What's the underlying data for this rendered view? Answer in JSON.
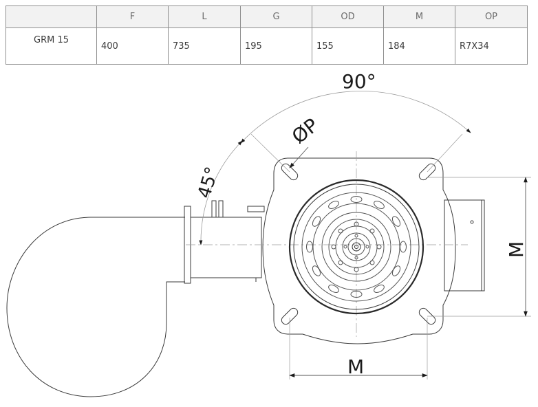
{
  "table": {
    "headers": [
      "",
      "F",
      "L",
      "G",
      "OD",
      "M",
      "OP"
    ],
    "rows": [
      [
        "GRM 15",
        "400",
        "735",
        "195",
        "155",
        "184",
        "R7X34"
      ]
    ]
  },
  "drawing": {
    "angle_top": "90°",
    "angle_side": "45°",
    "diameter_label": "ØP",
    "dim_bottom": "M",
    "dim_right": "M"
  }
}
